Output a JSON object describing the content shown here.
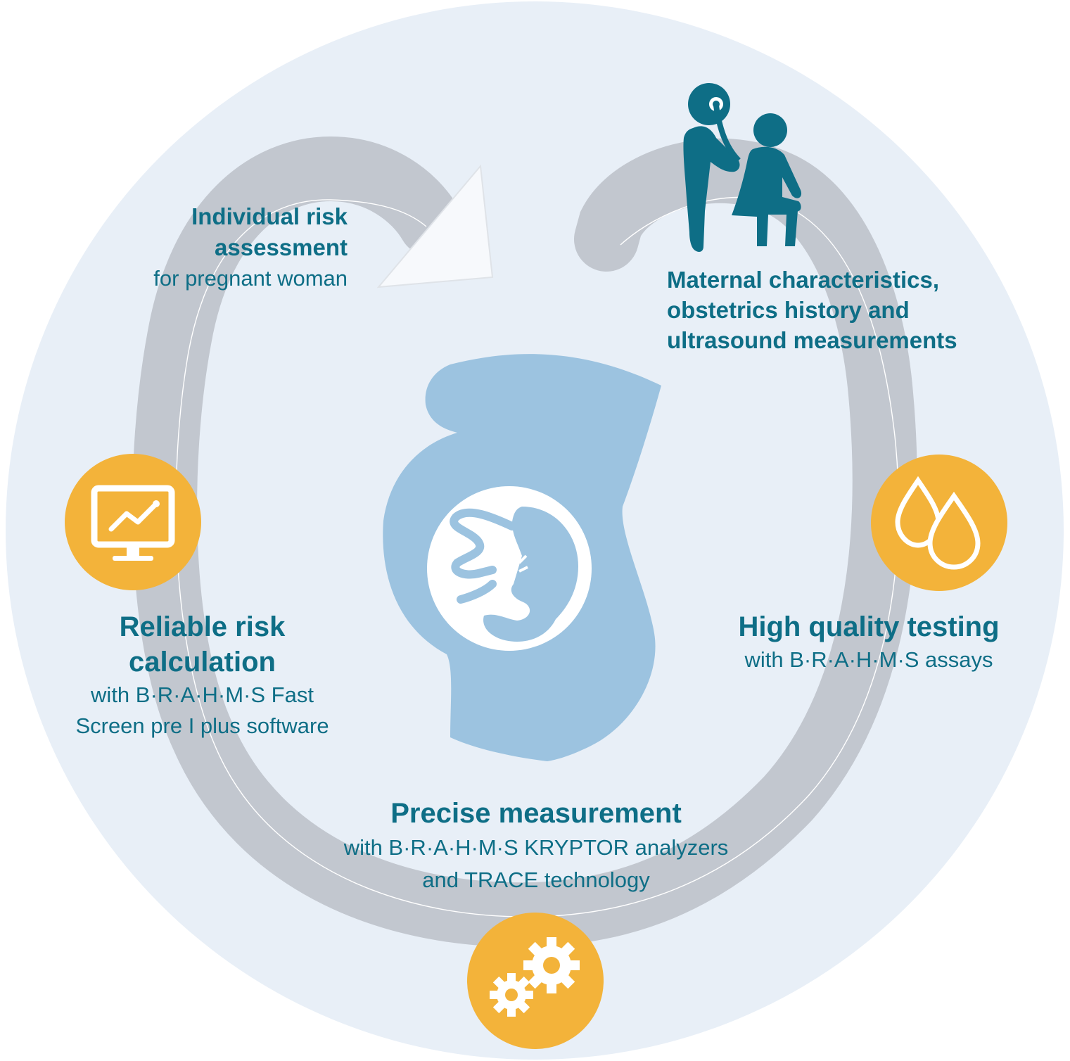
{
  "colors": {
    "background_circle": "#e8eff7",
    "loop": "#bfc4cc",
    "accent_orange": "#f3b33a",
    "accent_teal": "#0e6e86",
    "belly_blue": "#9cc3e0"
  },
  "steps": {
    "individual_risk": {
      "title_line1": "Individual risk",
      "title_line2": "assessment",
      "subtitle": "for pregnant woman"
    },
    "maternal": {
      "line1": "Maternal characteristics,",
      "line2": "obstetrics history and",
      "line3": "ultrasound measurements",
      "icon": "doctor-patient-icon"
    },
    "reliable_risk": {
      "title_line1": "Reliable risk",
      "title_line2": "calculation",
      "sub_line1": "with B·R·A·H·M·S Fast",
      "sub_line2": "Screen pre I plus software",
      "icon": "monitor-chart-icon"
    },
    "high_quality": {
      "title": "High quality testing",
      "subtitle": "with B·R·A·H·M·S assays",
      "icon": "drops-icon"
    },
    "precise": {
      "title": "Precise measurement",
      "sub_line1": "with B·R·A·H·M·S KRYPTOR analyzers",
      "sub_line2": "and TRACE technology",
      "icon": "gears-icon"
    }
  },
  "center": {
    "icon": "pregnant-belly-fetus-icon"
  }
}
